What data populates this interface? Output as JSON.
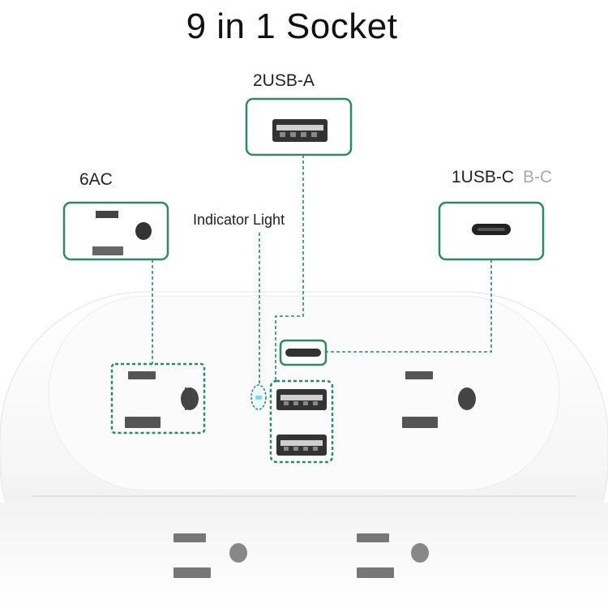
{
  "title": "9 in 1 Socket",
  "labels": {
    "usb_a": "2USB-A",
    "ac": "6AC",
    "usb_c": "1USB-C",
    "usb_c_faded": "B-C",
    "indicator": "Indicator Light"
  },
  "colors": {
    "callout_border": "#2e8b5f",
    "leader_line": "#2e8b5f",
    "indicator_glow": "#7fd6ee",
    "device_body": "#f4f4f4"
  },
  "icons": [
    "ac-outlet-icon",
    "usb-a-port-icon",
    "usb-c-port-icon",
    "indicator-light-icon"
  ]
}
